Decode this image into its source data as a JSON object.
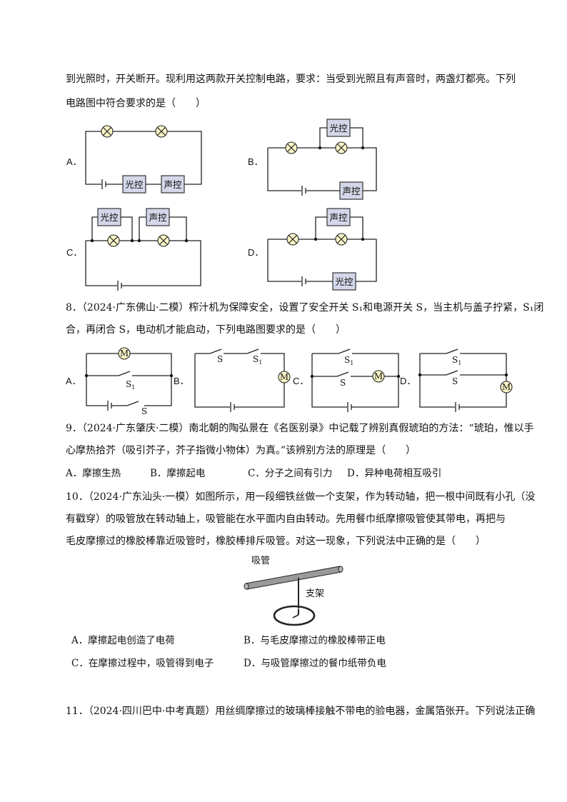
{
  "q7": {
    "line1": "到光照时，开关断开。现利用这两款开关控制电路，要求：当受到光照且有声音时，两盏灯都亮。下列",
    "line2": "电路图中符合要求的是（　　）",
    "opts": [
      "A．",
      "B．",
      "C．",
      "D．"
    ],
    "light_switch": "光控",
    "sound_switch": "声控"
  },
  "q8": {
    "line1": "8．（2024·广东佛山·二模）榨汁机为保障安全，设置了安全开关 S₁和电源开关 S，当主机与盖子拧紧，S₁闭",
    "line2": "合，再闭合 S，电动机才能启动，下列电路图要求的是（　　）",
    "opts": [
      "A．",
      "B．",
      "C．",
      "D．"
    ],
    "motor": "M",
    "s": "S",
    "s1_main": "S",
    "s1_sub": "1"
  },
  "q9": {
    "line1": "9．（2024·广东肇庆·二模）南北朝的陶弘景在《名医别录》中记载了辨别真假琥珀的方法：“琥珀，惟以手",
    "line2": "心摩热拾芥（吸引芥子，芥子指微小物体）为真。”该辨别方法的原理是（　　）",
    "options": [
      "A．摩擦生热",
      "B．摩擦起电",
      "C．分子之间有引力",
      "D．异种电荷相互吸引"
    ]
  },
  "q10": {
    "line1": "10．（2024·广东汕头·一模）如图所示，用一段细铁丝做一个支架，作为转动轴，把一根中间既有小孔（没",
    "line2": "有戳穿）的吸管放在转动轴上，吸管能在水平面内自由转动。先用餐巾纸摩擦吸管使其带电，再把与",
    "line3": "毛皮摩擦过的橡胶棒靠近吸管时，橡胶棒排斥吸管。对这一现象，下列说法中正确的是（　　）",
    "straw_label": "吸管",
    "stand_label": "支架",
    "options": [
      "A．摩擦起电创造了电荷",
      "B．与毛皮摩擦过的橡胶棒带正电",
      "C．在摩擦过程中，吸管得到电子",
      "D．与吸管摩擦过的餐巾纸带负电"
    ]
  },
  "q11": {
    "line1": "11．（2024·四川巴中·中考真题）用丝绸摩擦过的玻璃棒接触不带电的验电器，金属箔张开。下列说法正确"
  }
}
